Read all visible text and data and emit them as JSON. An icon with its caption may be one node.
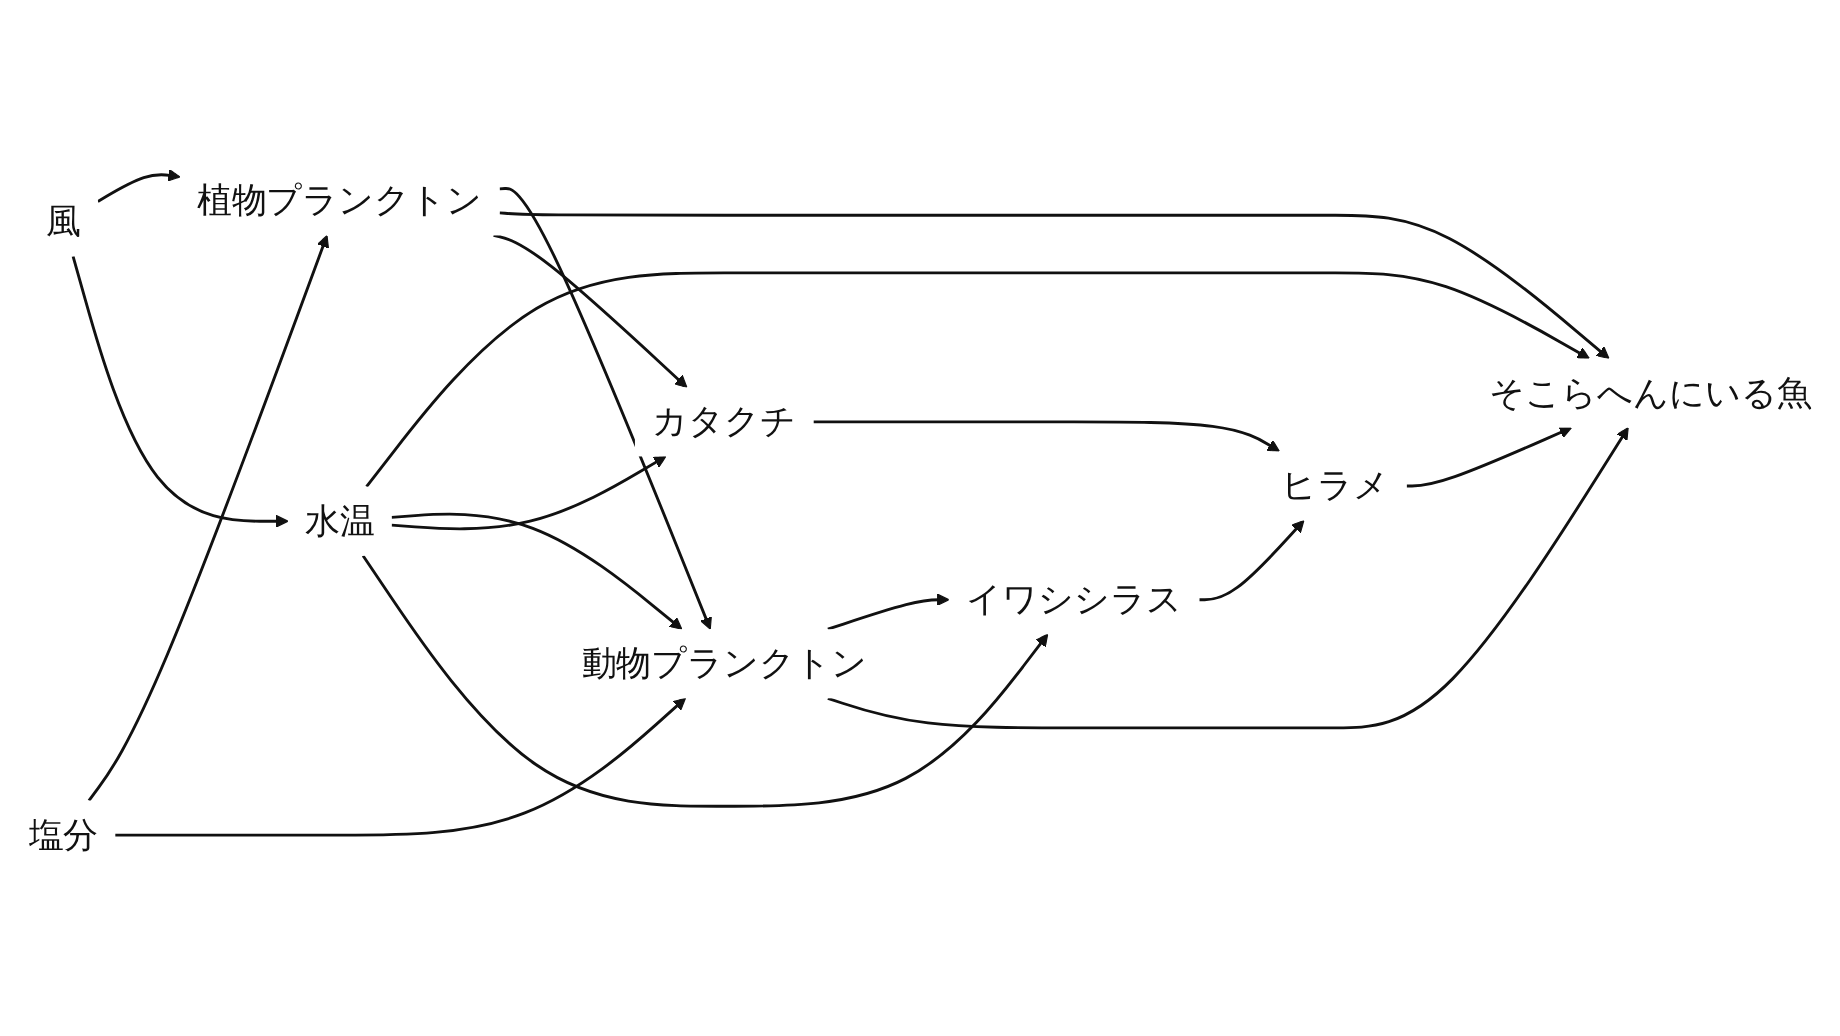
{
  "diagram": {
    "nodes": [
      {
        "text": [
          "風"
        ]
      },
      {
        "text": [
          "塩分"
        ]
      },
      {
        "text": [
          "植物プランクトン"
        ]
      },
      {
        "text": [
          "動物プランクトン"
        ]
      },
      {
        "text": [
          "そこらへんにいる魚"
        ]
      },
      {
        "text": [
          "水温"
        ]
      },
      {
        "text": [
          "カタクチ"
        ]
      },
      {
        "text": [
          "イワシシラス"
        ]
      },
      {
        "text": [
          "ヒラメ"
        ]
      }
    ],
    "edges": [
      {
        "from": 0,
        "to": 2,
        "arrow": "to"
      },
      {
        "from": 0,
        "to": 5,
        "arrow": "to"
      },
      {
        "from": 1,
        "to": 2,
        "arrow": "to"
      },
      {
        "from": 1,
        "to": 3,
        "arrow": "to"
      },
      {
        "from": 2,
        "to": 3,
        "arrow": "to"
      },
      {
        "from": 2,
        "to": 4,
        "arrow": "to"
      },
      {
        "from": 2,
        "to": 6,
        "arrow": "to"
      },
      {
        "from": 5,
        "to": 4,
        "arrow": "to"
      },
      {
        "from": 5,
        "to": 3,
        "arrow": "to"
      },
      {
        "from": 5,
        "to": 6,
        "arrow": "to"
      },
      {
        "from": 5,
        "to": 7,
        "arrow": "to"
      },
      {
        "from": 3,
        "to": 7,
        "arrow": "to"
      },
      {
        "from": 3,
        "to": 4,
        "arrow": "to"
      },
      {
        "from": 6,
        "to": 8,
        "arrow": "to"
      },
      {
        "from": 7,
        "to": 8,
        "arrow": "to"
      },
      {
        "from": 8,
        "to": 4,
        "arrow": "to"
      }
    ]
  }
}
